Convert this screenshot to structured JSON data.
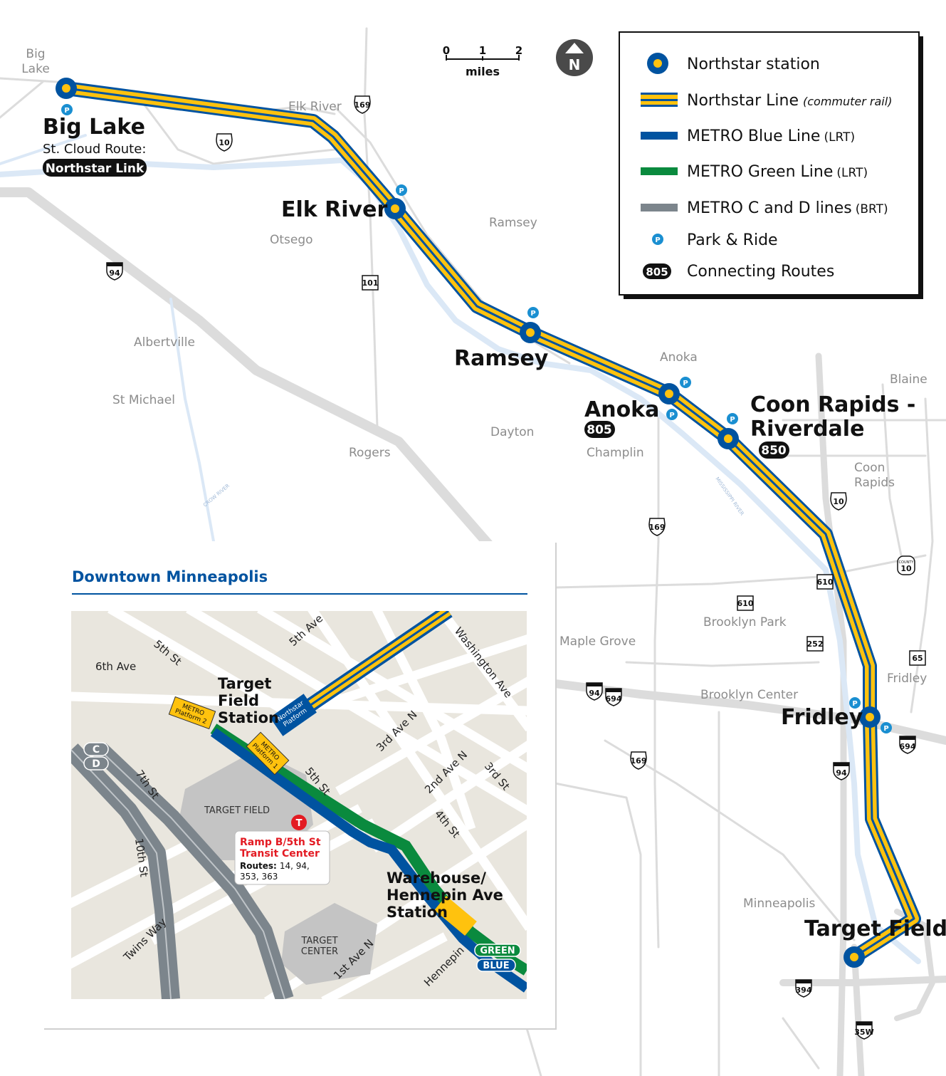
{
  "scale": {
    "ticks": [
      "0",
      "1",
      "2"
    ],
    "unit": "miles"
  },
  "north_label": "N",
  "legend": {
    "station": "Northstar station",
    "northstar_line": "Northstar Line",
    "northstar_note": "(commuter rail)",
    "blue_line": "METRO Blue Line",
    "blue_paren": "(LRT)",
    "green_line": "METRO Green Line",
    "green_paren": "(LRT)",
    "cd_lines": "METRO C and D lines",
    "cd_paren": "(BRT)",
    "park_ride": "Park & Ride",
    "park_ride_symbol": "P",
    "routes_badge": "805",
    "routes": "Connecting Routes"
  },
  "stations": {
    "big_lake": "Big Lake",
    "big_lake_sub": "St. Cloud Route:",
    "big_lake_link": "Northstar Link",
    "elk_river": "Elk River",
    "ramsey": "Ramsey",
    "anoka": "Anoka",
    "anoka_route": "805",
    "coon_rapids_1": "Coon Rapids -",
    "coon_rapids_2": "Riverdale",
    "coon_rapids_route": "850",
    "fridley": "Fridley",
    "target_field": "Target Field"
  },
  "towns": {
    "big_lake_1": "Big",
    "big_lake_2": "Lake",
    "elk_river": "Elk River",
    "otsego": "Otsego",
    "ramsey": "Ramsey",
    "albertville": "Albertville",
    "st_michael": "St Michael",
    "rogers": "Rogers",
    "dayton": "Dayton",
    "anoka": "Anoka",
    "champlin": "Champlin",
    "blaine": "Blaine",
    "coon_rapids_1": "Coon",
    "coon_rapids_2": "Rapids",
    "maple_grove": "Maple Grove",
    "brooklyn_park": "Brooklyn Park",
    "brooklyn_center": "Brooklyn Center",
    "fridley": "Fridley",
    "minneapolis": "Minneapolis"
  },
  "rivers": {
    "crow": "CROW RIVER",
    "mississippi": "MISSISSIPPI RIVER"
  },
  "shields": {
    "us169": "169",
    "us10": "10",
    "i94": "94",
    "hwy101": "101",
    "us10b": "10",
    "county": "COUNTY",
    "county10": "10",
    "hwy610": "610",
    "hwy610b": "610",
    "hwy252": "252",
    "hwy65": "65",
    "i94b": "94",
    "i694": "694",
    "us169b": "169",
    "us169c": "169",
    "i94c": "94",
    "i694b": "694",
    "i394": "394",
    "i35w": "35W"
  },
  "inset": {
    "title": "Downtown Minneapolis",
    "streets": {
      "fifth_st_a": "5th St",
      "fifth_ave": "5th Ave",
      "washington": "Washington Ave",
      "sixth_ave": "6th Ave",
      "third_n": "3rd Ave N",
      "fifth_st_b": "5th St",
      "second_n": "2nd Ave N",
      "third_st": "3rd St",
      "fourth_st": "4th St",
      "seventh_st": "7th St",
      "tenth_st": "10th St",
      "twins_way": "Twins Way",
      "first_n": "1st Ave N",
      "hennepin": "Hennepin"
    },
    "tfs_1": "Target",
    "tfs_2": "Field",
    "tfs_3": "Station",
    "platform2_1": "METRO",
    "platform2_2": "Platform 2",
    "platform1_1": "METRO",
    "platform1_2": "Platform 1",
    "ns_platform_1": "Northstar",
    "ns_platform_2": "Platform",
    "badge_c": "C",
    "badge_d": "D",
    "target_field": "TARGET FIELD",
    "target_center_1": "TARGET",
    "target_center_2": "CENTER",
    "transit_symbol": "T",
    "ramp_1": "Ramp B/5th St",
    "ramp_2": "Transit Center",
    "routes_label": "Routes:",
    "routes_1": "14, 94,",
    "routes_2": "353, 363",
    "wh_1": "Warehouse/",
    "wh_2": "Hennepin Ave",
    "wh_3": "Station",
    "green": "GREEN",
    "blue": "BLUE"
  },
  "colors": {
    "navy": "#0053a0",
    "yellow": "#ffc20e",
    "green": "#0a8a3e",
    "brt_gray": "#7c858c",
    "road": "#dcdcdc",
    "river": "#dbe8f6",
    "black": "#111111"
  }
}
